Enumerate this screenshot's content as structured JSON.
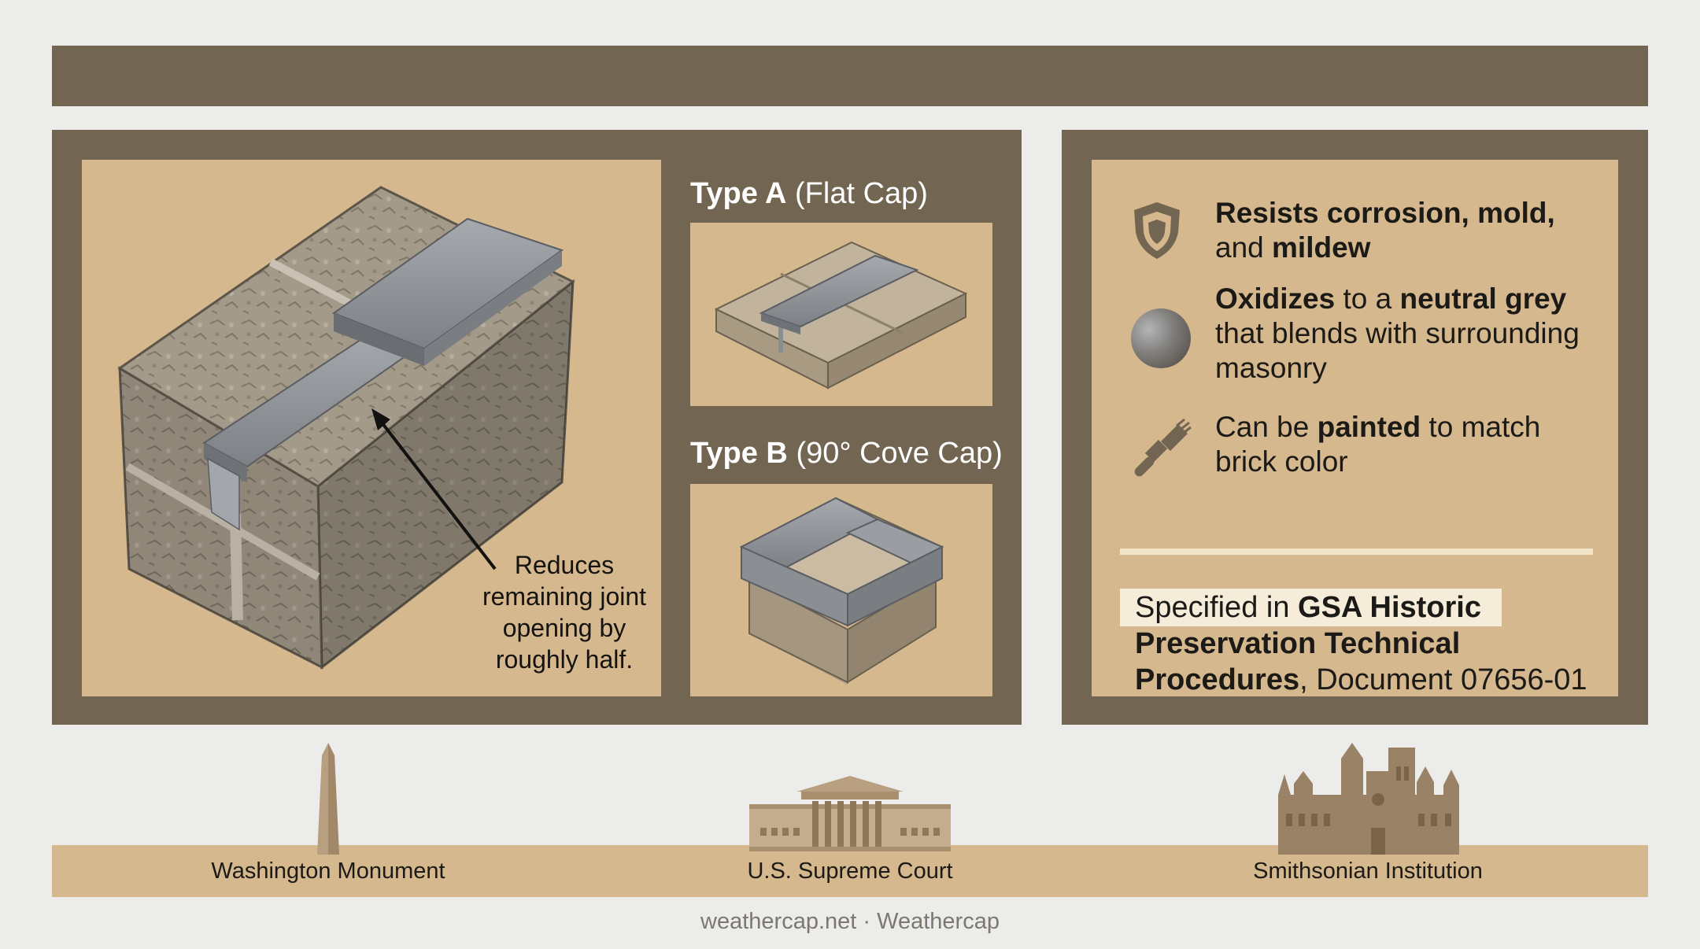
{
  "main_illustration": {
    "annotation": "Reduces remaining joint opening by roughly half."
  },
  "type_a": {
    "label_bold": "Type A",
    "label_rest": "(Flat Cap)"
  },
  "type_b": {
    "label_bold": "Type B",
    "label_rest": "(90° Cove Cap)"
  },
  "features": [
    {
      "icon": "shield-icon",
      "parts": [
        {
          "text": "Resists corrosion, mold,",
          "bold": true
        },
        {
          "text": "and ",
          "bold": false
        },
        {
          "text": "mildew",
          "bold": true
        }
      ]
    },
    {
      "icon": "grey-sphere-icon",
      "parts": [
        {
          "text": "Oxidizes",
          "bold": true
        },
        {
          "text": " to a ",
          "bold": false
        },
        {
          "text": "neutral grey",
          "bold": true
        },
        {
          "text": "that blends with surrounding masonry",
          "bold": false
        }
      ]
    },
    {
      "icon": "paintbrush-icon",
      "parts": [
        {
          "text": "Can be ",
          "bold": false
        },
        {
          "text": "painted",
          "bold": true
        },
        {
          "text": " to match brick color",
          "bold": false
        }
      ]
    }
  ],
  "spec": {
    "prefix": "Specified in ",
    "bold": "GSA Historic Preservation Technical Procedures",
    "suffix": ", Document 07656-01"
  },
  "landmarks": [
    {
      "icon": "obelisk-icon",
      "label": "Washington Monument"
    },
    {
      "icon": "courthouse-icon",
      "label": "U.S. Supreme Court"
    },
    {
      "icon": "castle-icon",
      "label": "Smithsonian Institution"
    }
  ],
  "footer": "weathercap.net · Weathercap",
  "colors": {
    "panel_brown": "#726552",
    "tan": "#d5b88e",
    "background": "#ececea",
    "metal_grey": "#8e9196",
    "stone": "#b0a491"
  }
}
